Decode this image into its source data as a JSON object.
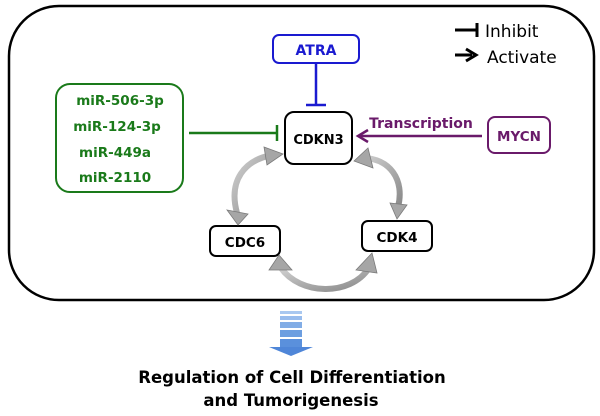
{
  "diagram": {
    "colors": {
      "border": "#000000",
      "mirna": "#1a7a1a",
      "atra": "#1a1ad0",
      "mycn": "#6a1a6a",
      "cycle_arrow": "#a6a6a6",
      "output_arrow": "#4f86d8"
    },
    "legend": {
      "inhibit_label": "Inhibit",
      "activate_label": "Activate"
    },
    "nodes": {
      "atra": "ATRA",
      "mycn": "MYCN",
      "cdkn3": "CDKN3",
      "cdc6": "CDC6",
      "cdk4": "CDK4",
      "mirnas": [
        "miR-506-3p",
        "miR-124-3p",
        "miR-449a",
        "miR-2110"
      ]
    },
    "edges": [
      {
        "from": "mirnas",
        "to": "CDKN3",
        "type": "inhibit"
      },
      {
        "from": "ATRA",
        "to": "CDKN3",
        "type": "inhibit"
      },
      {
        "from": "MYCN",
        "to": "CDKN3",
        "type": "activate",
        "label": "Transcription"
      },
      {
        "from": "CDKN3",
        "to": "CDC6",
        "type": "bidirectional"
      },
      {
        "from": "CDC6",
        "to": "CDK4",
        "type": "bidirectional"
      },
      {
        "from": "CDK4",
        "to": "CDKN3",
        "type": "bidirectional"
      }
    ],
    "transcription_label": "Transcription",
    "outcome": {
      "line1": "Regulation of Cell Differentiation",
      "line2": "and Tumorigenesis"
    }
  }
}
